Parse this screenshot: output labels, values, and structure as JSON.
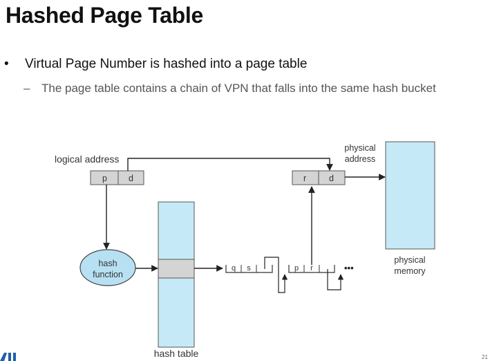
{
  "slide": {
    "title": "Hashed Page Table",
    "bullet": "Virtual Page Number is hashed into a page table",
    "bullet_marker": "•",
    "subbullet": "The page table contains a chain of VPN that falls into the same hash bucket",
    "subbullet_marker": "–",
    "page_number": "21"
  },
  "diagram": {
    "logical_address_label": "logical address",
    "logical_p": "p",
    "logical_d": "d",
    "physical_address_label_line1": "physical",
    "physical_address_label_line2": "address",
    "physical_r": "r",
    "physical_d": "d",
    "hash_function_line1": "hash",
    "hash_function_line2": "function",
    "hash_table_label": "hash table",
    "physical_memory_line1": "physical",
    "physical_memory_line2": "memory",
    "chain_node1_a": "q",
    "chain_node1_b": "s",
    "chain_node2_a": "p",
    "chain_node2_b": "r",
    "ellipsis": "•••"
  },
  "colors": {
    "light_blue_fill": "#c6e9f7",
    "hash_function_fill": "#b7e0f3",
    "gray_fill": "#d4d4d4",
    "line": "#222222"
  }
}
